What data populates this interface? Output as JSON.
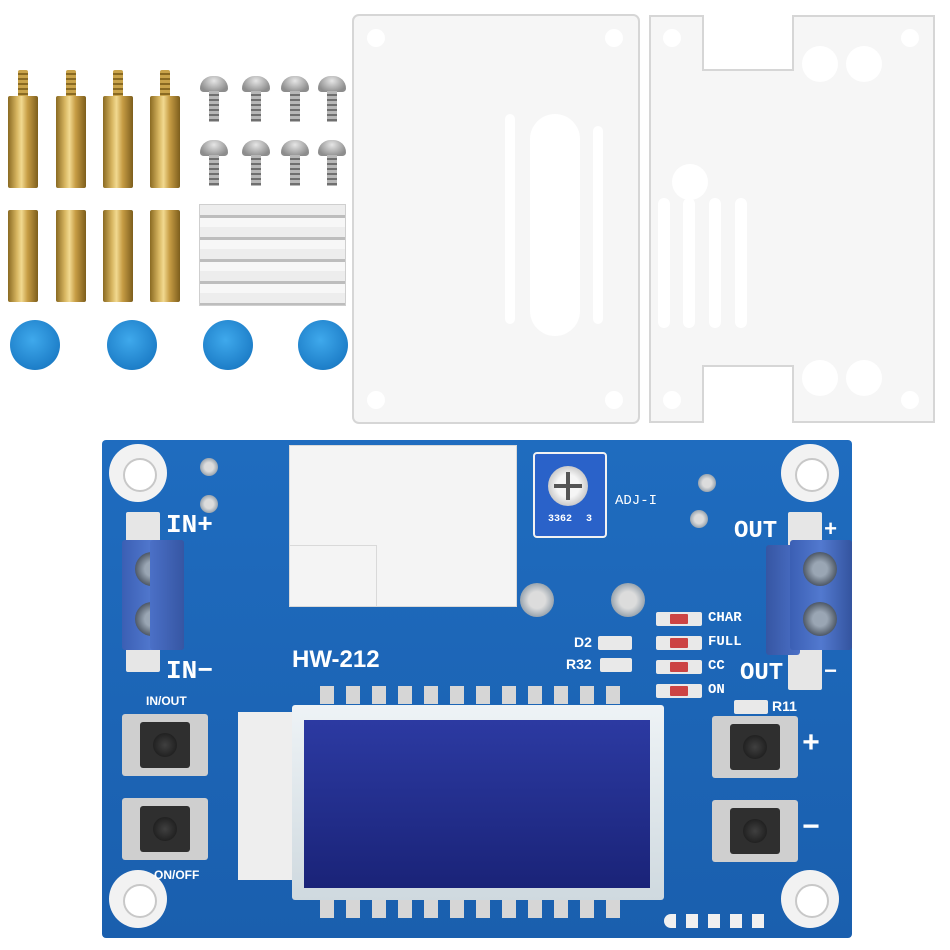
{
  "pcb": {
    "model_label": "HW-212",
    "input_plus_label": "IN+",
    "input_minus_label": "IN−",
    "output_plus_label": "OUT",
    "output_plus_sign": "+",
    "output_minus_label": "OUT",
    "output_minus_sign": "−",
    "adj_label": "ADJ-I",
    "pot_marking": "3362",
    "pot_value_mark": "3",
    "led_labels": [
      "CHAR",
      "FULL",
      "CC",
      "ON"
    ],
    "ref_d2": "D2",
    "ref_r32": "R32",
    "ref_r11": "R11",
    "button_in_out_label": "IN/OUT",
    "button_on_off_label": "ON/OFF",
    "button_plus_label": "+",
    "button_minus_label": "−"
  },
  "colors": {
    "pcb_blue": "#1f6cbf",
    "lcd_blue": "#26329a",
    "terminal_blue": "#4a70c8",
    "brass": "#d3b05a",
    "cap_blue": "#2d96df"
  },
  "accessories": {
    "standoffs_male_count": 4,
    "standoffs_female_count": 4,
    "screws_count": 8,
    "heatsinks_count": 1,
    "button_caps_count": 4,
    "acrylic_plates_count": 2
  }
}
